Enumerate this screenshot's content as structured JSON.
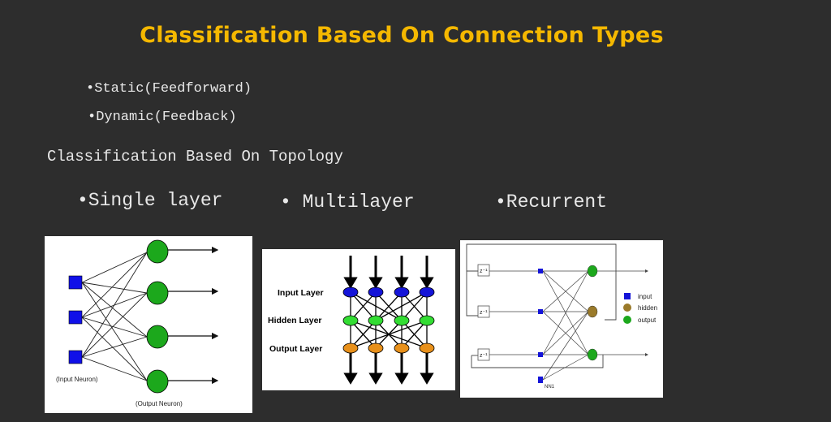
{
  "slide": {
    "title": "Classification Based On Connection Types",
    "connection_bullets": [
      "•Static(Feedforward)",
      "•Dynamic(Feedback)"
    ],
    "topology_heading": "Classification Based On Topology",
    "topologies": [
      "•Single layer",
      "• Multilayer",
      "•Recurrent"
    ]
  },
  "single_layer": {
    "input_caption": "(Input Neuron)",
    "output_caption": "(Output Neuron)",
    "input_count": 3,
    "output_count": 4,
    "colors": {
      "input": "#1010e8",
      "output": "#1ca81c"
    }
  },
  "multilayer": {
    "layers": [
      "Input Layer",
      "Hidden Layer",
      "Output Layer"
    ],
    "nodes_per_layer": 4,
    "colors": {
      "input": "#1414d8",
      "hidden": "#33dd33",
      "output": "#e8901a"
    }
  },
  "recurrent": {
    "delay_label": "z⁻¹",
    "network_label": "NN1",
    "legend": [
      {
        "label": "input",
        "color": "#1414d8"
      },
      {
        "label": "hidden",
        "color": "#9a7a2a"
      },
      {
        "label": "output",
        "color": "#1ca81c"
      }
    ]
  }
}
